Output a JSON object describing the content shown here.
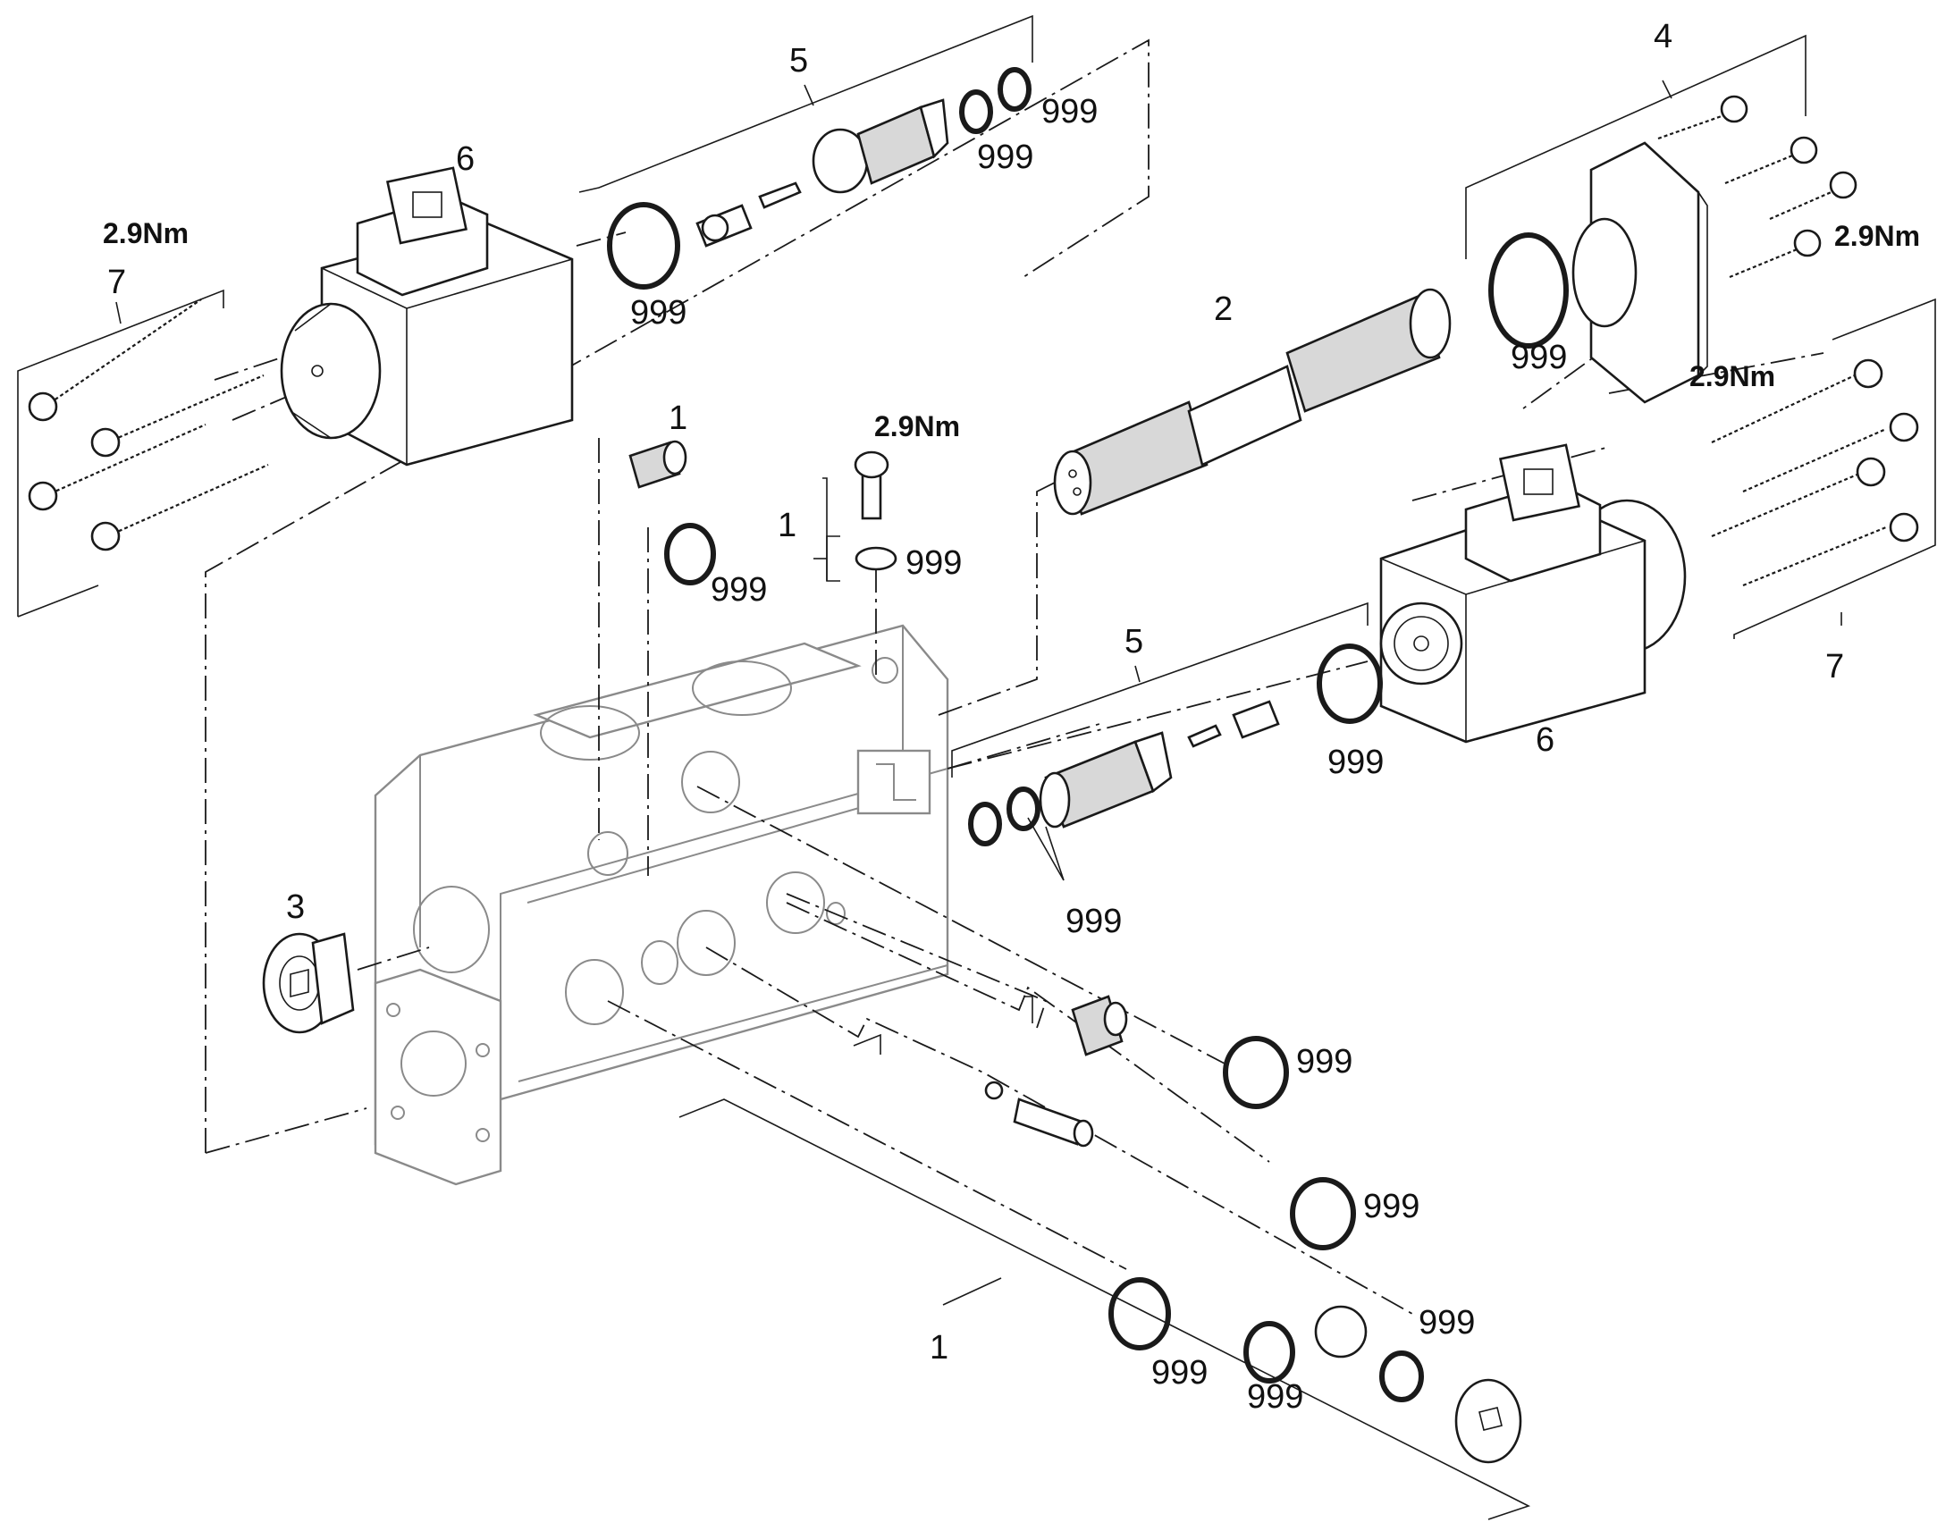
{
  "labels": {
    "l1": "1",
    "l2": "2",
    "l3": "3",
    "l4": "4",
    "l5": "5",
    "l6": "6",
    "l7": "7",
    "l999": "999"
  },
  "torque": {
    "t": "2.9Nm"
  },
  "colors": {
    "line": "#1a1a1a",
    "housing": "#8a8a8a",
    "background": "#ffffff"
  }
}
